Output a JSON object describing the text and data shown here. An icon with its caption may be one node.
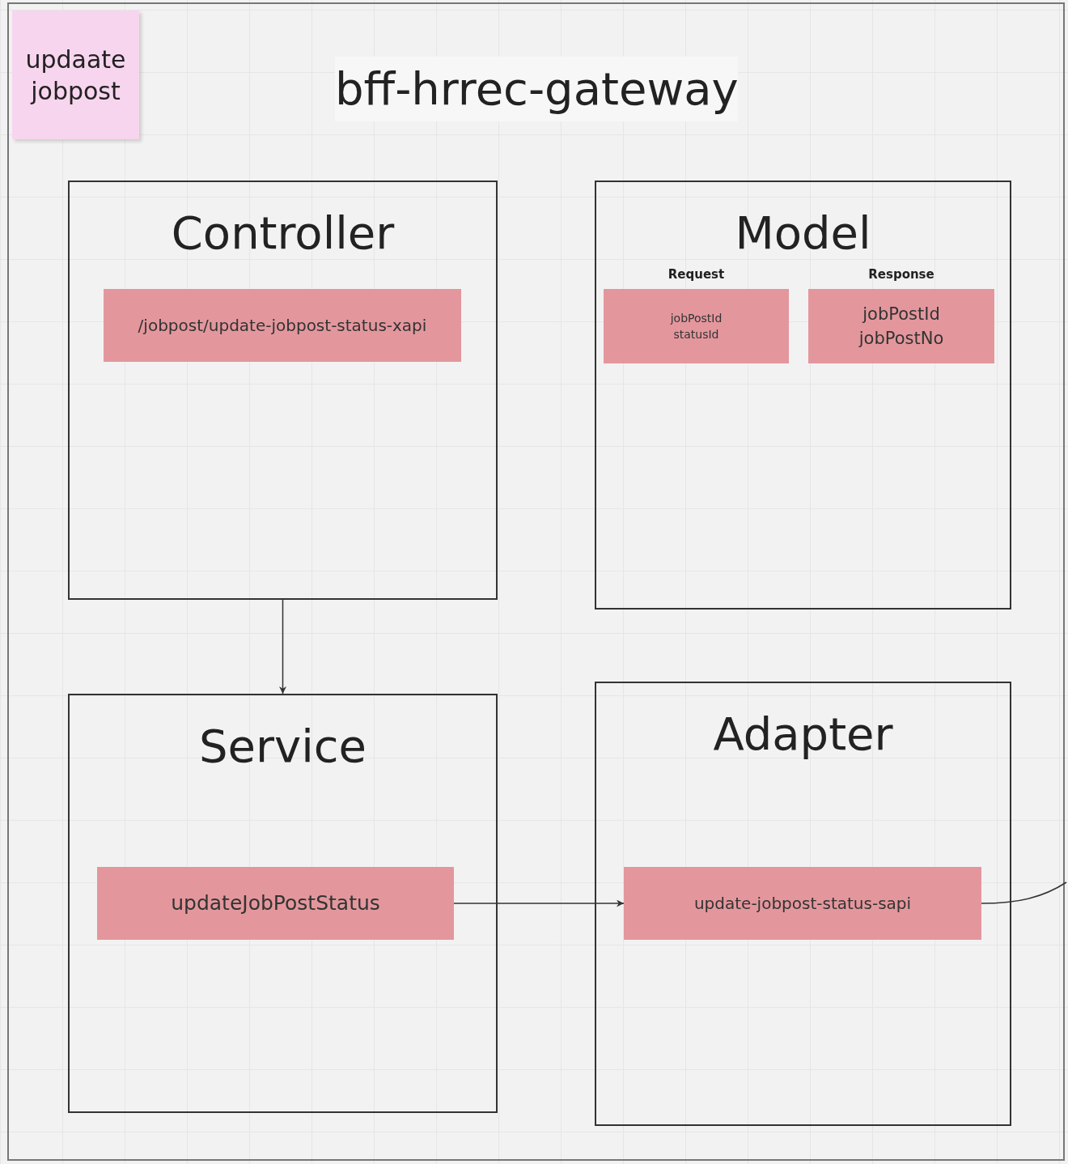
{
  "diagram": {
    "title": "bff-hrrec-gateway",
    "nodes": [
      {
        "text": [
          "updaate jobpost"
        ]
      },
      {
        "text": [
          "Controller"
        ]
      },
      {
        "text": [
          "/jobpost/update-jobpost-status-xapi"
        ],
        "in": 1
      },
      {
        "text": [
          "Model"
        ]
      },
      {
        "text": [
          "jobPostId statusId"
        ],
        "beside": [
          "Request"
        ],
        "in": 3
      },
      {
        "text": [
          "jobPostId jobPostNo"
        ],
        "beside": [
          "Response"
        ],
        "in": 3
      },
      {
        "text": [
          "Service"
        ]
      },
      {
        "text": [
          "updateJobPostStatus"
        ],
        "in": 6
      },
      {
        "text": [
          "Adapter"
        ]
      },
      {
        "text": [
          "update-jobpost-status-sapi"
        ],
        "in": 8
      }
    ],
    "edges": [
      {
        "from": 1,
        "to": 6,
        "arrow": "to"
      },
      {
        "from": 7,
        "to": 9,
        "arrow": "to"
      },
      {
        "from": 9,
        "to": null,
        "arrow": "none"
      }
    ]
  }
}
